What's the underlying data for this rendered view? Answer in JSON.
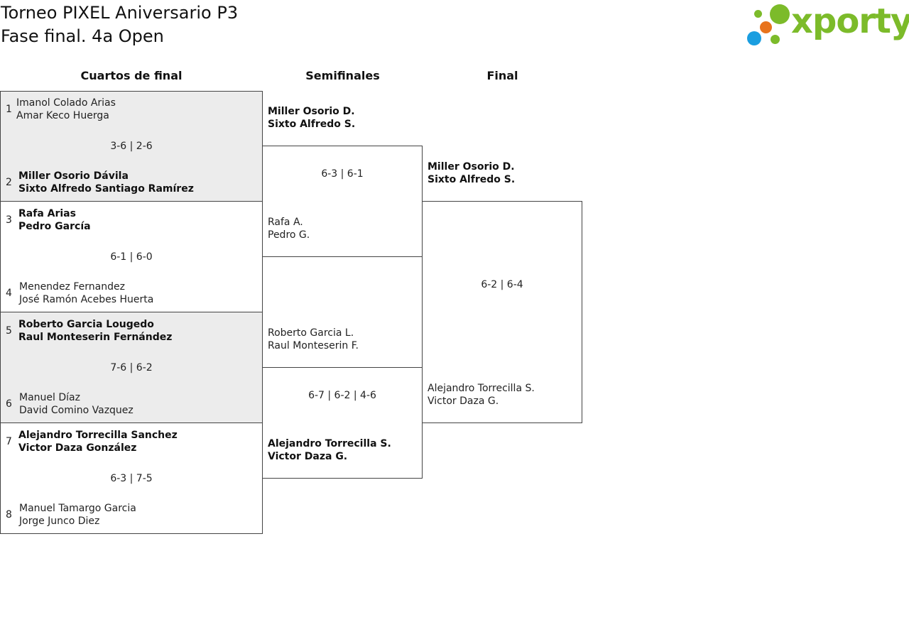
{
  "header": {
    "title_line1": "Torneo PIXEL Aniversario P3",
    "title_line2": "Fase final. 4a Open",
    "logo_text": "xporty",
    "logo_colors": {
      "green": "#7cbb2a",
      "orange": "#e8731c",
      "blue": "#1a9ee0"
    }
  },
  "rounds": {
    "quarterfinals": "Cuartos de final",
    "semifinals": "Semifinales",
    "final": "Final"
  },
  "quarterfinals": [
    {
      "seed_top": "1",
      "top": [
        "Imanol Colado Arias",
        "Amar Keco Huerga"
      ],
      "score": "3-6 | 2-6",
      "seed_bottom": "2",
      "bottom": [
        "Miller Osorio Dávila",
        "Sixto Alfredo Santiago Ramírez"
      ],
      "winner": "bottom"
    },
    {
      "seed_top": "3",
      "top": [
        "Rafa Arias",
        "Pedro García"
      ],
      "score": "6-1 | 6-0",
      "seed_bottom": "4",
      "bottom": [
        "Menendez Fernandez",
        "José Ramón Acebes Huerta"
      ],
      "winner": "top"
    },
    {
      "seed_top": "5",
      "top": [
        "Roberto Garcia Lougedo",
        "Raul Monteserin Fernández"
      ],
      "score": "7-6 | 6-2",
      "seed_bottom": "6",
      "bottom": [
        "Manuel Díaz",
        "David Comino Vazquez"
      ],
      "winner": "top"
    },
    {
      "seed_top": "7",
      "top": [
        "Alejandro Torrecilla Sanchez",
        "Victor Daza González"
      ],
      "score": "6-3 | 7-5",
      "seed_bottom": "8",
      "bottom": [
        "Manuel Tamargo Garcia",
        "Jorge Junco Diez"
      ],
      "winner": "top"
    }
  ],
  "semifinals": [
    {
      "top": [
        "Miller Osorio D.",
        "Sixto Alfredo S."
      ],
      "score": "6-3 | 6-1",
      "bottom": [
        "Rafa A.",
        "Pedro G."
      ],
      "winner": "top"
    },
    {
      "top": [
        "Roberto Garcia L.",
        "Raul Monteserin F."
      ],
      "score": "6-7 | 6-2 | 4-6",
      "bottom": [
        "Alejandro Torrecilla S.",
        "Victor Daza G."
      ],
      "winner": "bottom"
    }
  ],
  "final": {
    "top": [
      "Miller Osorio D.",
      "Sixto Alfredo S."
    ],
    "score": "6-2 | 6-4",
    "bottom": [
      "Alejandro Torrecilla S.",
      "Victor Daza G."
    ]
  }
}
